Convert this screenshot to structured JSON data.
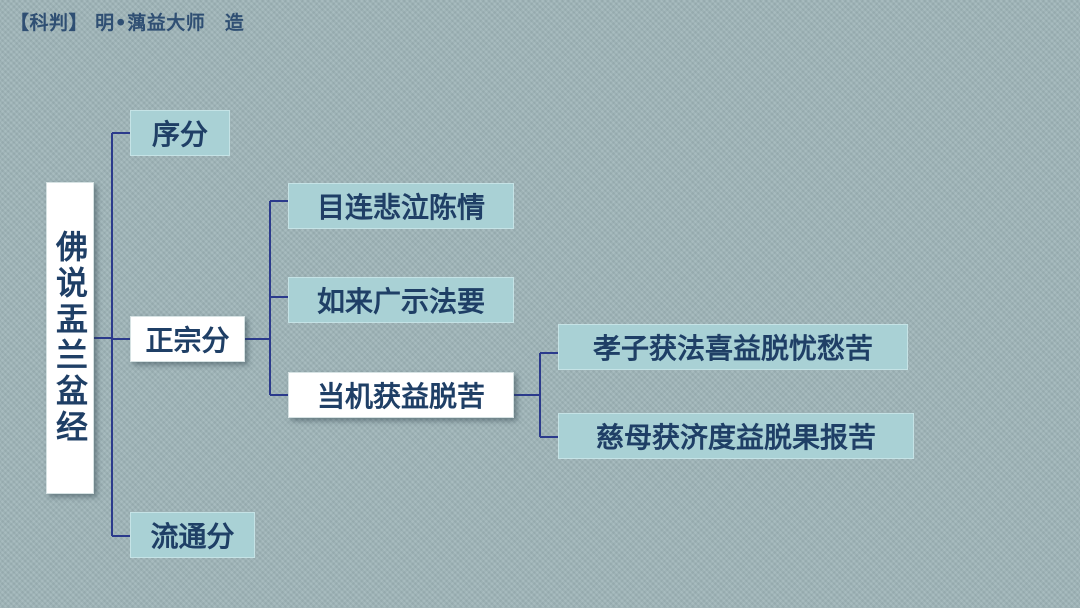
{
  "header": {
    "text": "【科判】 明•蕅益大师　造"
  },
  "root": {
    "label": "佛说盂兰盆经"
  },
  "level1": {
    "xufen": "序分",
    "zhengzong": "正宗分",
    "liutong": "流通分"
  },
  "level2": {
    "mulian": "目连悲泣陈情",
    "rulai": "如来广示法要",
    "dangji": "当机获益脱苦"
  },
  "level3": {
    "xiaozi": "孝子获法喜益脱忧愁苦",
    "cimu": "慈母获济度益脱果报苦"
  },
  "colors": {
    "background": "#9fb5b9",
    "node_teal": "#a9d1d5",
    "node_white": "#ffffff",
    "text": "#1f3f66",
    "connector": "#2b3a8c"
  }
}
